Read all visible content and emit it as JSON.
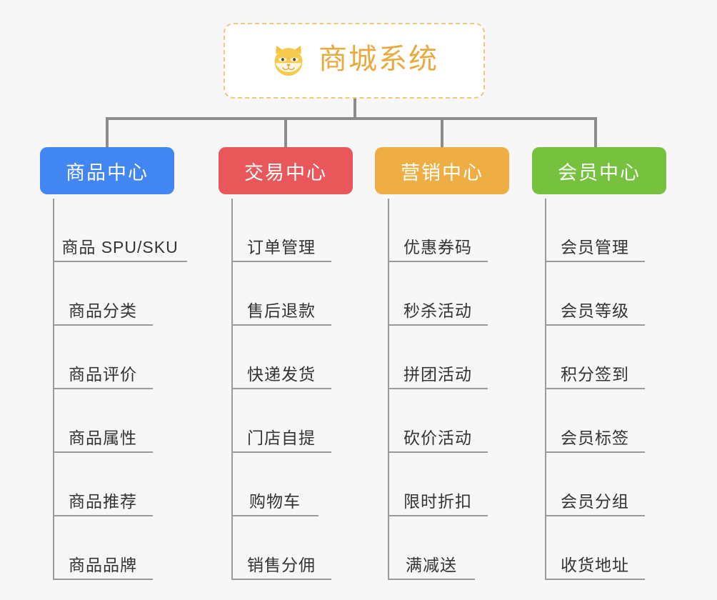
{
  "diagram": {
    "type": "mindmap-org-chart",
    "background_color": "#f7f7f7",
    "root": {
      "title": "商城系统",
      "icon": "dog-face-emoji",
      "text_color": "#e8aa3e",
      "border_color": "#eec97a",
      "border_style": "dashed"
    },
    "connector_color": "#8c8c8c",
    "branches": [
      {
        "label": "商品中心",
        "color": "#4286f4",
        "items": [
          "商品 SPU/SKU",
          "商品分类",
          "商品评价",
          "商品属性",
          "商品推荐",
          "商品品牌"
        ]
      },
      {
        "label": "交易中心",
        "color": "#e8575a",
        "items": [
          "订单管理",
          "售后退款",
          "快递发货",
          "门店自提",
          "购物车",
          "销售分佣"
        ]
      },
      {
        "label": "营销中心",
        "color": "#eeae44",
        "items": [
          "优惠券码",
          "秒杀活动",
          "拼团活动",
          "砍价活动",
          "限时折扣",
          "满减送"
        ]
      },
      {
        "label": "会员中心",
        "color": "#76c23e",
        "items": [
          "会员管理",
          "会员等级",
          "积分签到",
          "会员标签",
          "会员分组",
          "收货地址"
        ]
      }
    ]
  }
}
